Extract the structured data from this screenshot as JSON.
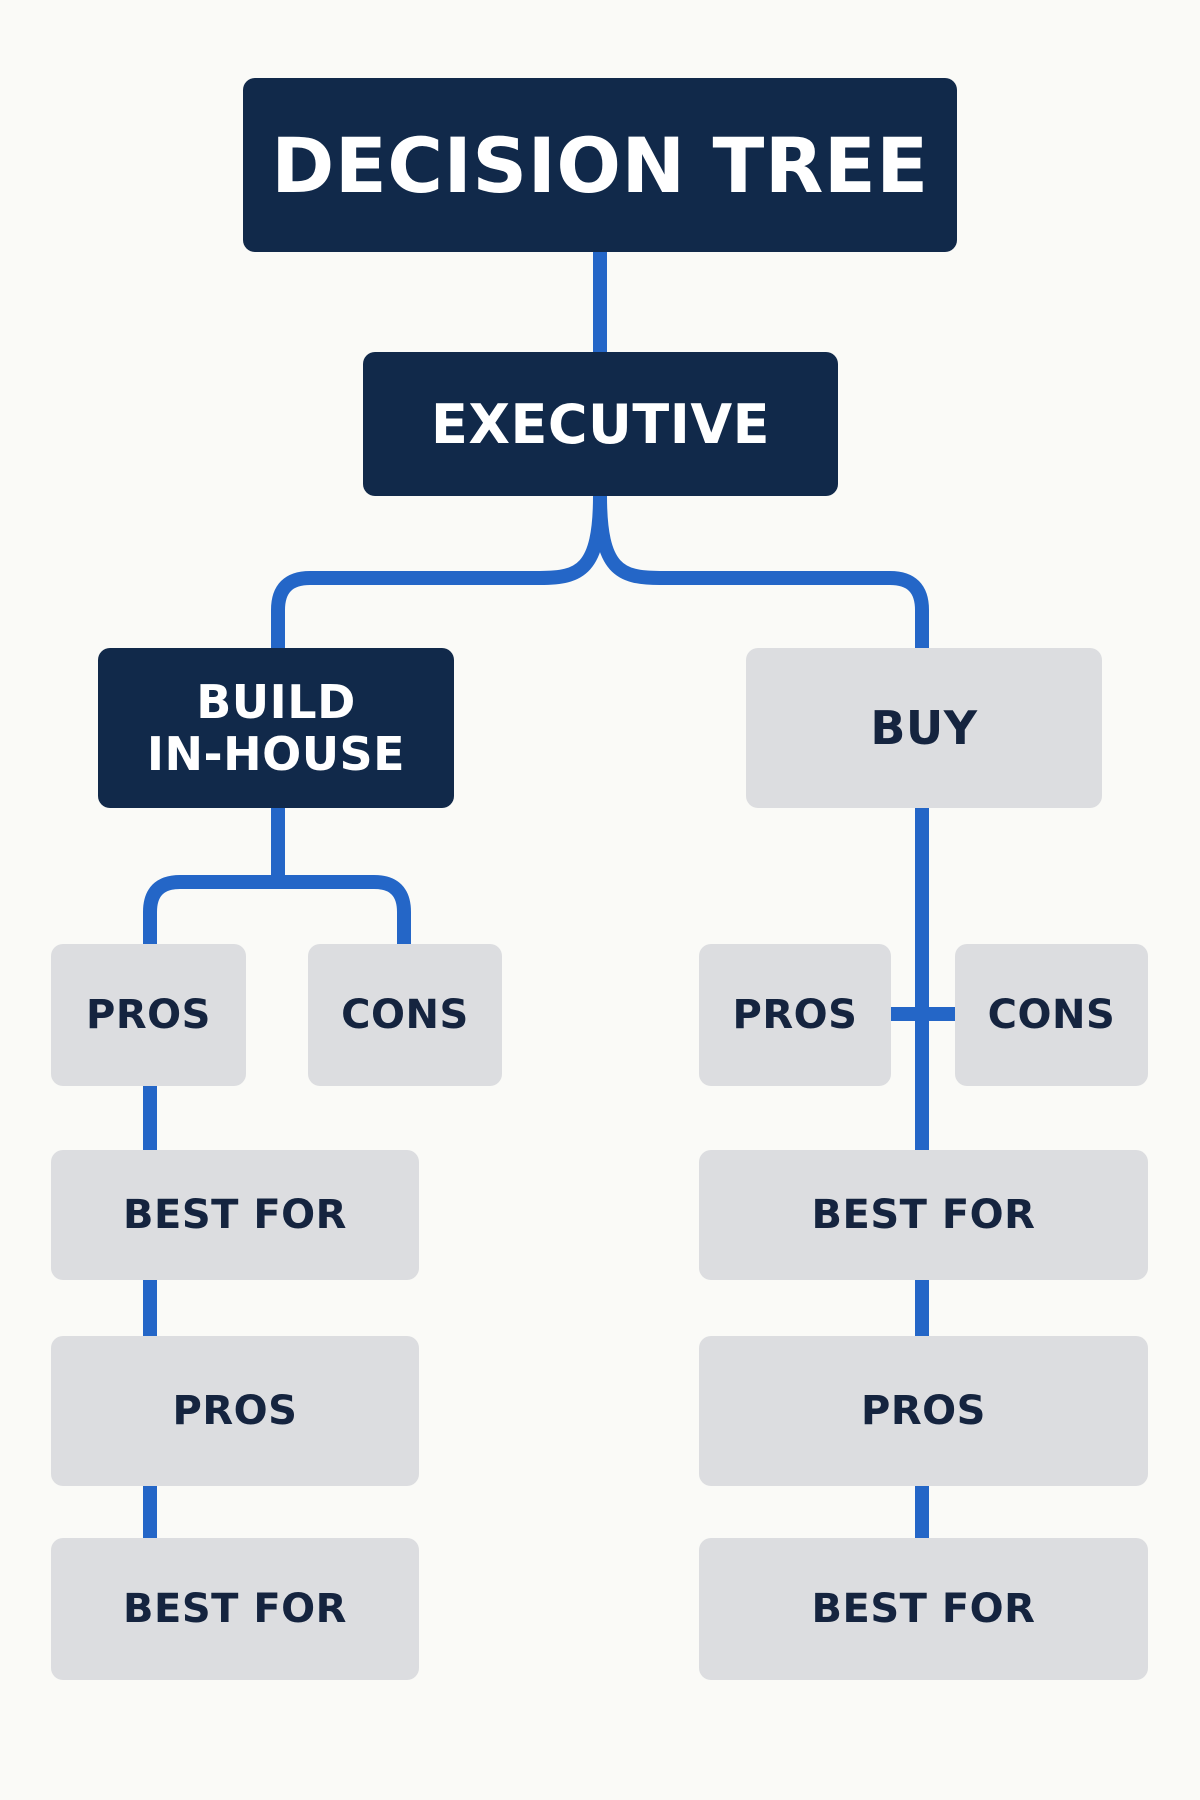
{
  "diagram": {
    "title": "DECISION TREE",
    "root": "EXECUTIVE",
    "branches": {
      "build": {
        "label": "BUILD\nIN-HOUSE",
        "pros": "PROS",
        "cons": "CONS",
        "best_for_1": "BEST FOR",
        "pros_2": "PROS",
        "best_for_2": "BEST FOR"
      },
      "buy": {
        "label": "BUY",
        "pros": "PROS",
        "cons": "CONS",
        "best_for_1": "BEST FOR",
        "pros_2": "PROS",
        "best_for_2": "BEST FOR"
      }
    }
  },
  "colors": {
    "dark_node": "#11294a",
    "light_node": "#dcdde0",
    "connector": "#2466c7",
    "background": "#fafaf7"
  }
}
